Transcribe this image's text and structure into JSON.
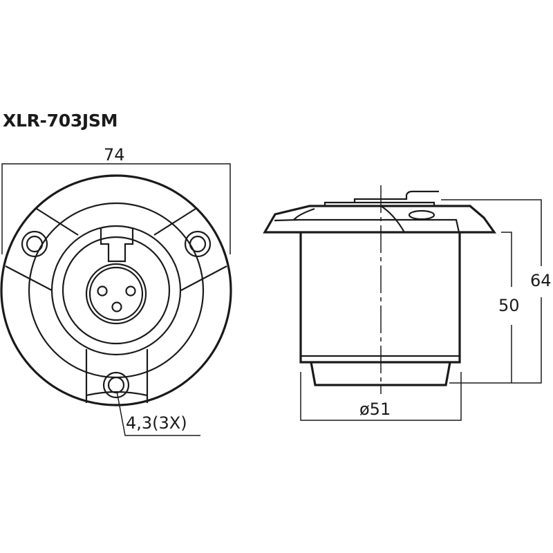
{
  "title": "XLR-703JSM",
  "front_view": {
    "width_dimension": "74",
    "hole_callout": "4,3(3X)"
  },
  "side_view": {
    "diameter_dimension": "ø51",
    "body_height_dimension": "50",
    "total_height_dimension": "64"
  },
  "colors": {
    "line": "#1a1a1a",
    "background": "#ffffff"
  }
}
